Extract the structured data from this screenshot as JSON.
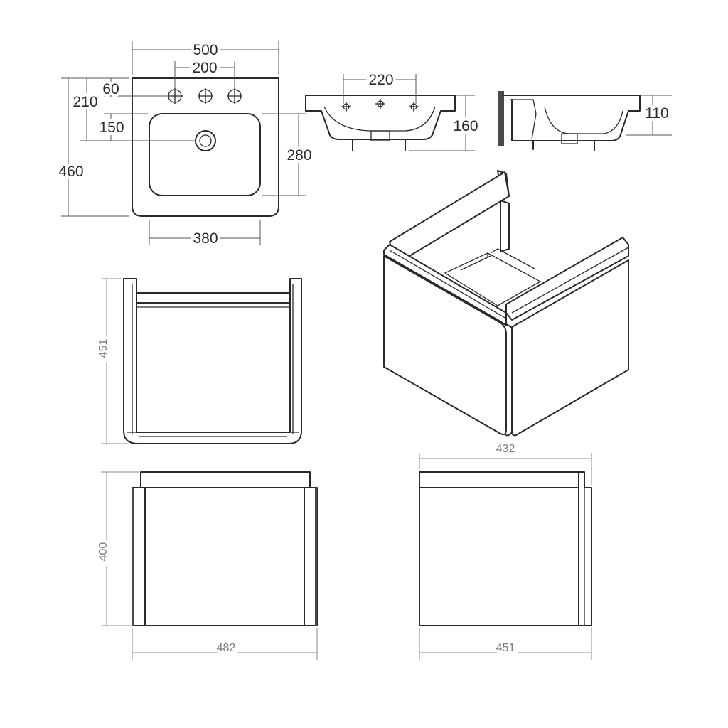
{
  "basin_plan": {
    "width_overall": "500",
    "tap_spacing": "200",
    "depth_overall": "460",
    "tap_to_edge": "210",
    "back_edge_offset": "60",
    "waste_offset": "150",
    "bowl_depth": "280",
    "bowl_width": "380"
  },
  "basin_front": {
    "tap_spacing": "220",
    "height": "160"
  },
  "basin_side": {
    "rim_height": "110"
  },
  "cabinet_top": {
    "depth": "451"
  },
  "cabinet_front": {
    "height": "400",
    "width": "482"
  },
  "cabinet_side": {
    "top_depth": "432",
    "depth": "451"
  },
  "colors": {
    "line": "#2a2a2a",
    "dimension": "#555555",
    "dimension_light": "#888888"
  }
}
